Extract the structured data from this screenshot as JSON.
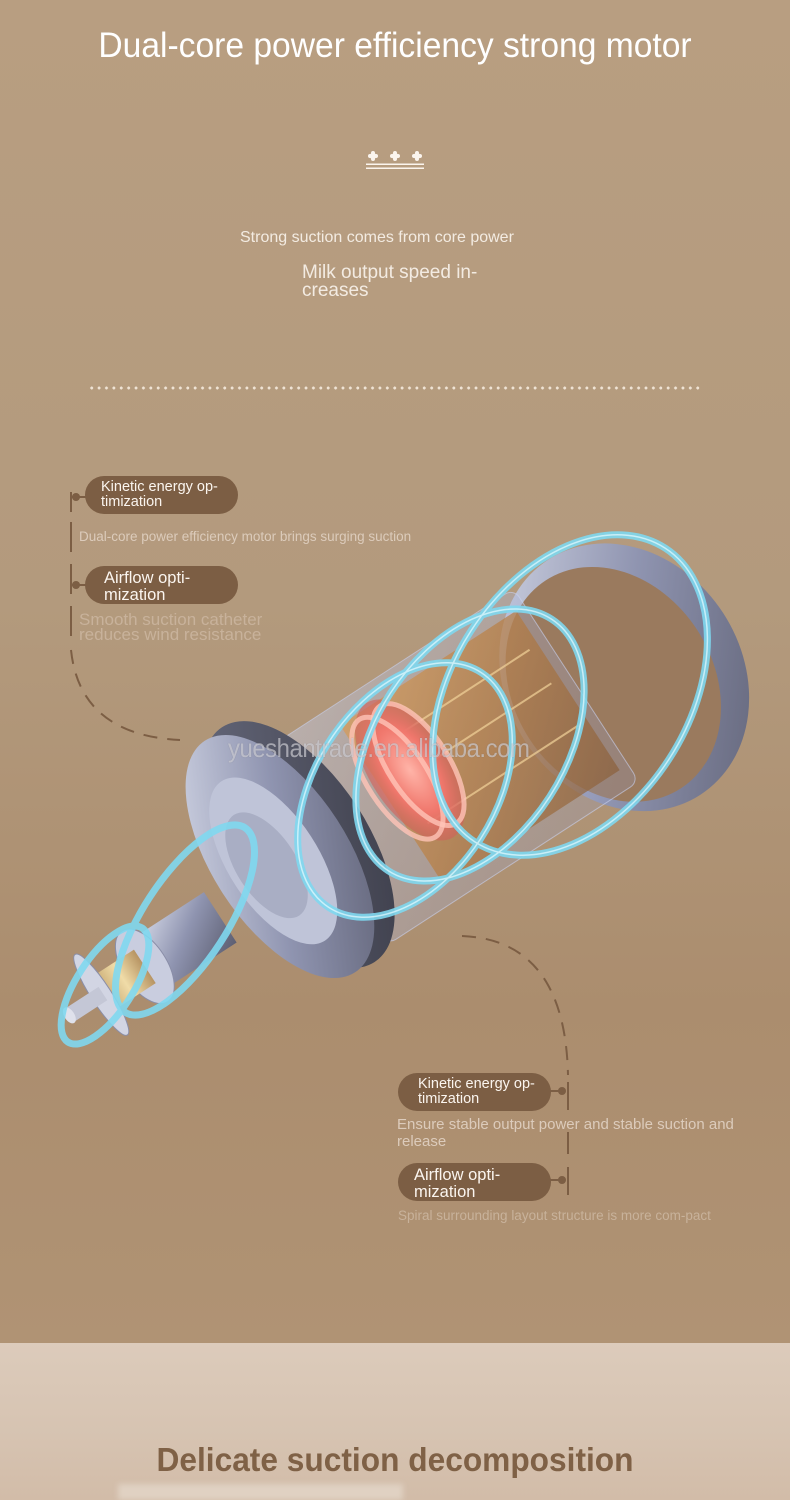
{
  "header": {
    "title": "Dual-core power efficiency strong motor",
    "ornament_icon": "three-flowers-double-underline-icon"
  },
  "intro": {
    "subtitle": "Strong suction comes from core power",
    "subtitle2": "Milk output speed in-creases"
  },
  "divider": {
    "style": "dotted"
  },
  "callouts_left": [
    {
      "label": "Kinetic energy op-timization",
      "description": "Dual-core power efficiency motor brings surging suction"
    },
    {
      "label": "Airflow opti-mization",
      "description": "Smooth suction catheter reduces wind resistance"
    }
  ],
  "callouts_right": [
    {
      "label": "Kinetic energy op-timization",
      "description": "Ensure stable output power and stable suction and release"
    },
    {
      "label": "Airflow opti-mization",
      "description": "Spiral surrounding layout structure is more com-pact"
    }
  ],
  "product_image": {
    "subject": "exploded-motor-render",
    "watermark": "yueshantrade.en.alibaba.com"
  },
  "footer": {
    "title": "Delicate suction decomposition"
  },
  "colors": {
    "background_top": "#b59b7e",
    "background_bottom": "#d6c3b1",
    "pill": "#7c5e44",
    "title_text": "#ffffff",
    "bottom_title_text": "#7f6146",
    "glow_ring": "#7fd8f0",
    "core_glow": "#f08a80"
  }
}
